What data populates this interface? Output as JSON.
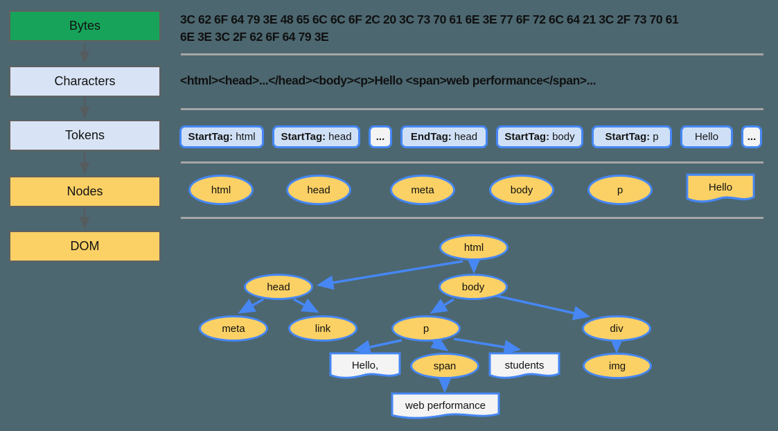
{
  "pipeline": {
    "stages": [
      {
        "label": "Bytes"
      },
      {
        "label": "Characters"
      },
      {
        "label": "Tokens"
      },
      {
        "label": "Nodes"
      },
      {
        "label": "DOM"
      }
    ]
  },
  "bytes": {
    "line1": "3C 62 6F 64 79 3E 48 65 6C 6C 6F 2C 20 3C 73 70 61 6E 3E 77 6F 72 6C 64 21 3C 2F 73 70 61",
    "line2": "6E 3E 3C 2F 62 6F 64 79 3E"
  },
  "characters": {
    "text": "<html><head>...</head><body><p>Hello <span>web performance</span>..."
  },
  "tokens": {
    "items": [
      {
        "tag": "StartTag:",
        "value": "html"
      },
      {
        "tag": "StartTag:",
        "value": "head"
      },
      {
        "tag": "",
        "value": "..."
      },
      {
        "tag": "EndTag:",
        "value": "head"
      },
      {
        "tag": "StartTag:",
        "value": "body"
      },
      {
        "tag": "StartTag:",
        "value": "p"
      },
      {
        "tag": "",
        "value": "Hello"
      },
      {
        "tag": "",
        "value": "..."
      }
    ]
  },
  "nodes": {
    "items": [
      "html",
      "head",
      "meta",
      "body",
      "p",
      "Hello"
    ]
  },
  "dom_tree": {
    "html": "html",
    "head": "head",
    "body": "body",
    "meta": "meta",
    "link": "link",
    "p": "p",
    "div": "div",
    "hello": "Hello,",
    "span": "span",
    "students": "students",
    "img": "img",
    "webperf": "web performance"
  },
  "colors": {
    "bg": "#4c6770",
    "green": "#17a45a",
    "lightblue": "#d8e4f5",
    "yellow": "#fbd166",
    "blue": "#4687f4",
    "tokenfill": "#cfe0f6",
    "whitefill": "#f4f4f4",
    "divider": "#a6a6a6",
    "grayarrow": "#565b5e"
  }
}
